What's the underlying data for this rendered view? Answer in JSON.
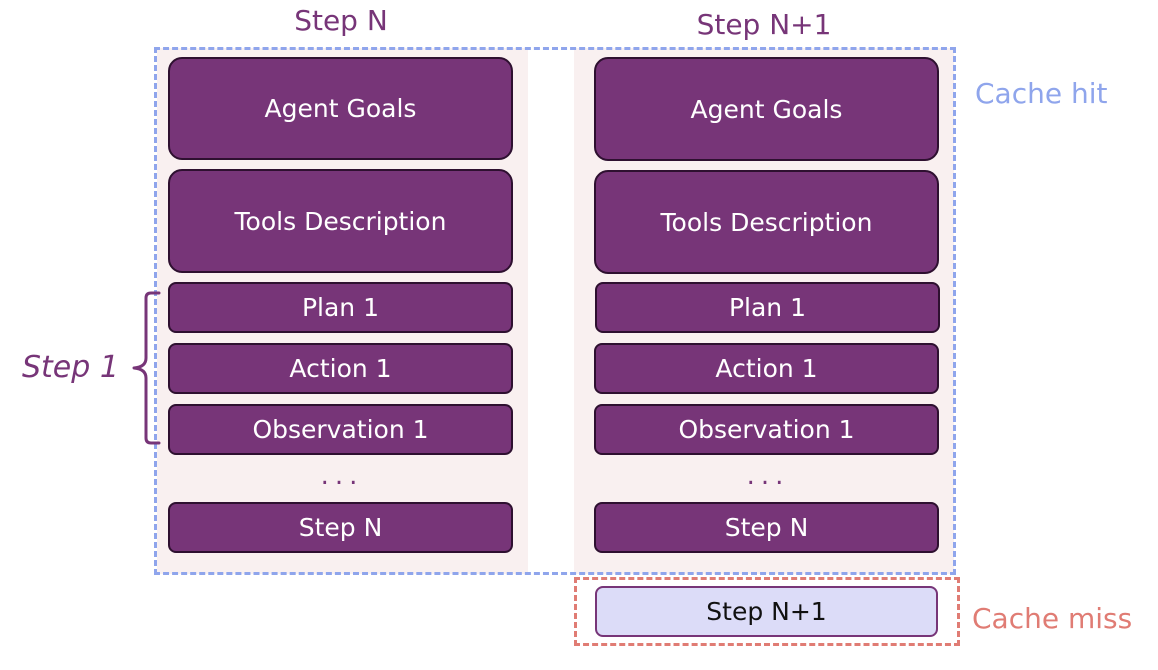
{
  "columns": [
    {
      "title": "Step N",
      "goals": "Agent Goals",
      "tools": "Tools Description",
      "plan": "Plan 1",
      "action": "Action 1",
      "observation": "Observation 1",
      "ellipsis": "...",
      "last": "Step N"
    },
    {
      "title": "Step N+1",
      "goals": "Agent Goals",
      "tools": "Tools Description",
      "plan": "Plan 1",
      "action": "Action 1",
      "observation": "Observation 1",
      "ellipsis": "...",
      "last": "Step N",
      "new_step": "Step N+1"
    }
  ],
  "labels": {
    "cache_hit": "Cache hit",
    "cache_miss": "Cache miss",
    "step_group": "Step 1"
  },
  "colors": {
    "block": "#773578",
    "new_block": "#dcdcf8",
    "cache_hit": "#8fa5ec",
    "cache_miss": "#e07c74",
    "column_bg": "#f9f0f0"
  }
}
